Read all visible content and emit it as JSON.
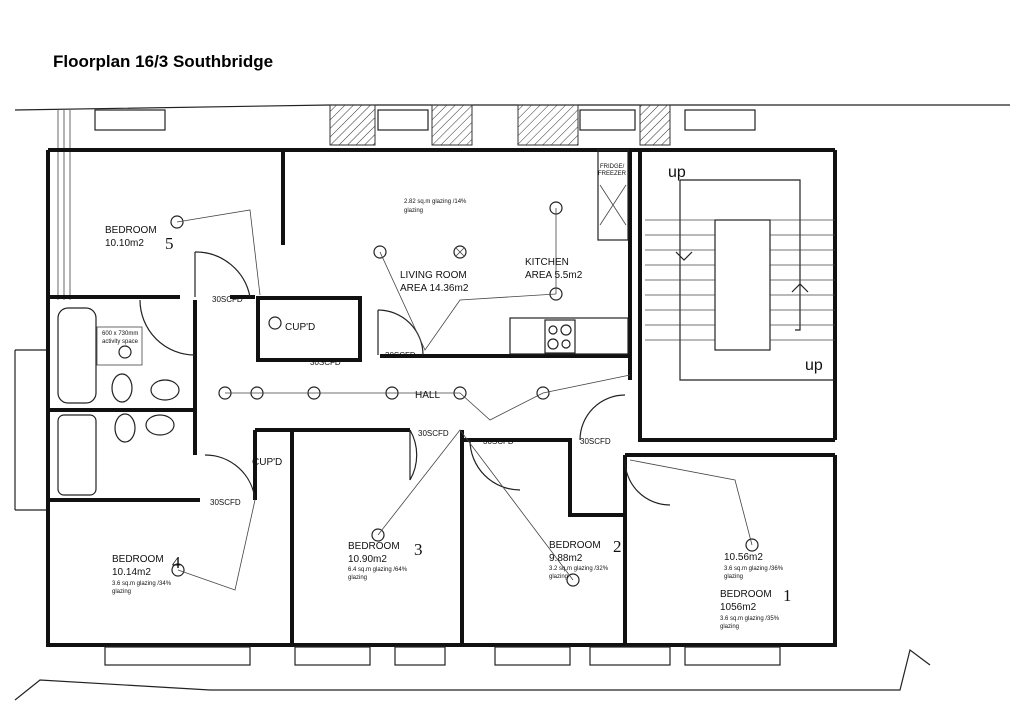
{
  "title": "Floorplan 16/3 Southbridge",
  "rooms": {
    "bedroom5": {
      "name": "BEDROOM",
      "area": "10.10m2",
      "number": "5"
    },
    "living": {
      "name": "LIVING ROOM",
      "area": "AREA 14.36m2",
      "glazing1": "2.82 sq.m glazing /14%",
      "glazing2": "glazing"
    },
    "kitchen": {
      "name": "KITCHEN",
      "area": "AREA 5.5m2",
      "fridge": "FRIDGE/",
      "freezer": "FREEZER"
    },
    "hall": "HALL",
    "cupd1": "CUP'D",
    "cupd2": "CUP'D",
    "bathroom_note1": "600 x 730mm",
    "bathroom_note2": "activity space",
    "bedroom4": {
      "name": "BEDROOM",
      "area": "10.14m2",
      "glazing1": "3.6 sq.m glazing /34%",
      "glazing2": "glazing",
      "number": "4"
    },
    "bedroom3": {
      "name": "BEDROOM",
      "area": "10.90m2",
      "glazing1": "6.4 sq.m glazing /64%",
      "glazing2": "glazing",
      "number": "3"
    },
    "bedroom2": {
      "name": "BEDROOM",
      "area": "9.88m2",
      "glazing1": "3.2 sq.m glazing /32%",
      "glazing2": "glazing",
      "number": "2"
    },
    "bedroom1": {
      "area_top": "10.56m2",
      "glazing_top1": "3.6 sq.m glazing /36%",
      "glazing_top2": "glazing",
      "name": "BEDROOM",
      "area": "1056m2",
      "glazing1": "3.6 sq.m glazing /35%",
      "glazing2": "glazing",
      "number": "1"
    }
  },
  "doors": {
    "d1": "30SCFD",
    "d2": "30SCFD",
    "d3": "30SCFD",
    "d4": "30SCFD",
    "d5": "30SCFD",
    "d6": "30SCFD",
    "d7": "30SCFD"
  },
  "stairs": {
    "up1": "up",
    "up2": "up"
  }
}
